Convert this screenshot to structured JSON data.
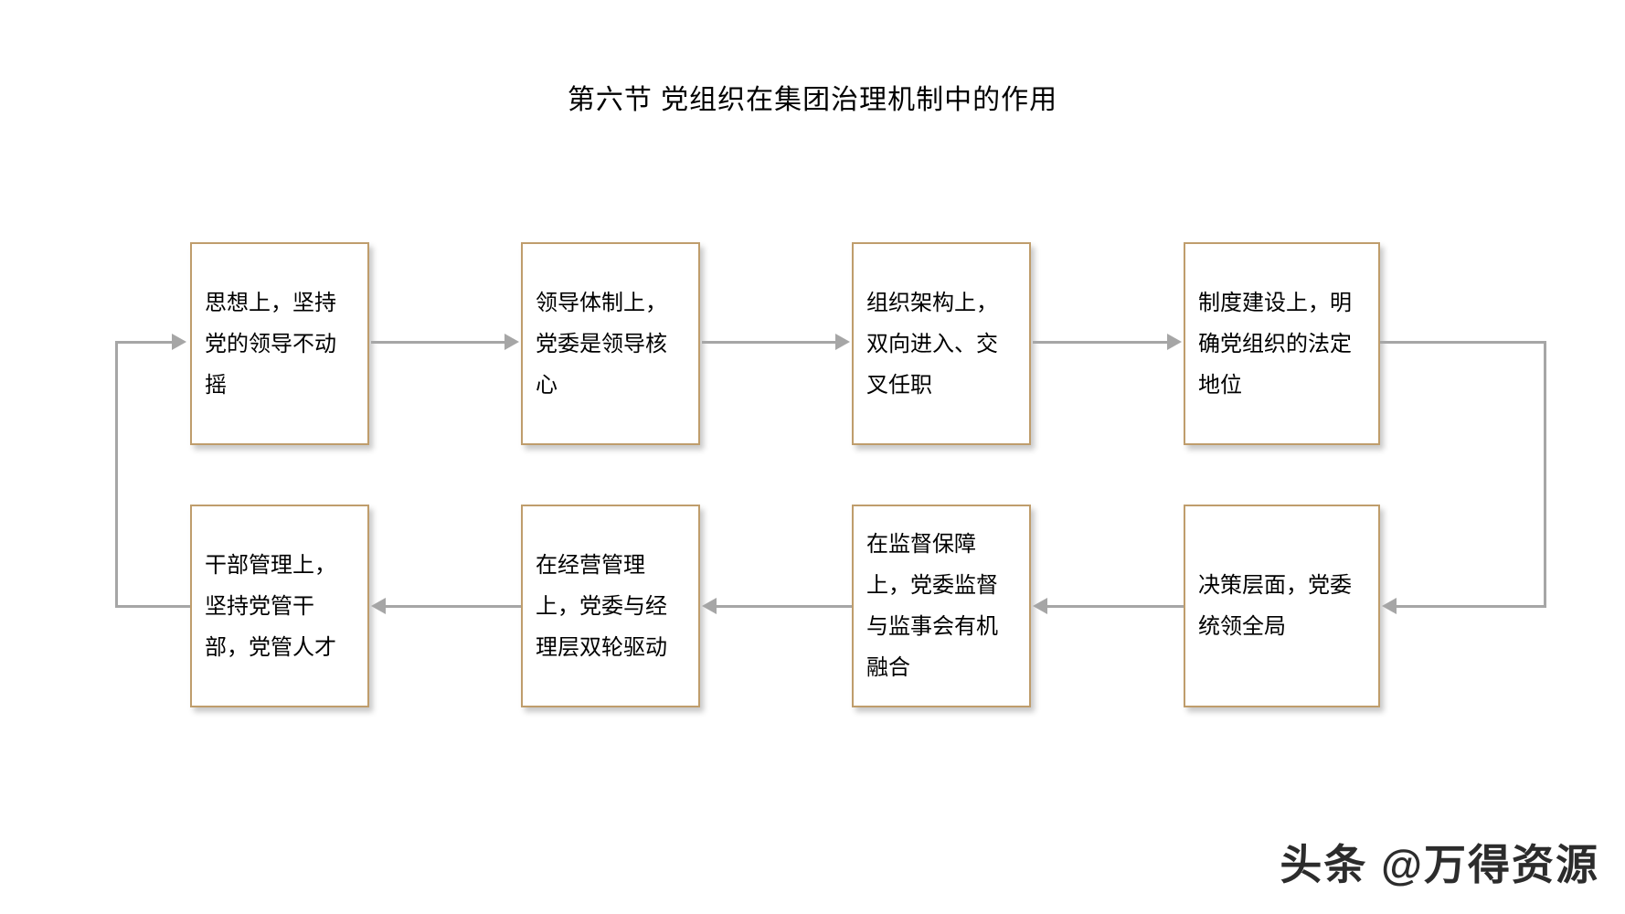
{
  "page": {
    "title": "第六节 党组织在集团治理机制中的作用",
    "background_color": "#ffffff"
  },
  "watermark": {
    "text": "头条 @万得资源"
  },
  "diagram": {
    "type": "flowchart",
    "node_border_color": "#bf9d6c",
    "connector_color": "#a6a6a6",
    "flow_description": "循环流程：上排自左向右，经右侧回流线转入下排自右向左，再经左侧回流线回到第一个节点",
    "nodes": [
      {
        "id": "n1",
        "row": "top",
        "order": 1,
        "text": "思想上，坚持党的领导不动摇"
      },
      {
        "id": "n2",
        "row": "top",
        "order": 2,
        "text": "领导体制上，党委是领导核心"
      },
      {
        "id": "n3",
        "row": "top",
        "order": 3,
        "text": "组织架构上，双向进入、交叉任职"
      },
      {
        "id": "n4",
        "row": "top",
        "order": 4,
        "text": "制度建设上，明确党组织的法定地位"
      },
      {
        "id": "n5",
        "row": "bottom",
        "order": 5,
        "text": "决策层面，党委统领全局"
      },
      {
        "id": "n6",
        "row": "bottom",
        "order": 6,
        "text": "在监督保障上，党委监督与监事会有机融合"
      },
      {
        "id": "n7",
        "row": "bottom",
        "order": 7,
        "text": "在经营管理上，党委与经理层双轮驱动"
      },
      {
        "id": "n8",
        "row": "bottom",
        "order": 8,
        "text": "干部管理上，坚持党管干部，党管人才"
      }
    ],
    "connectors": [
      {
        "from": "n1",
        "to": "n2",
        "direction": "right"
      },
      {
        "from": "n2",
        "to": "n3",
        "direction": "right"
      },
      {
        "from": "n3",
        "to": "n4",
        "direction": "right"
      },
      {
        "from": "n4",
        "to": "n5",
        "direction": "loop-right-down"
      },
      {
        "from": "n5",
        "to": "n6",
        "direction": "left"
      },
      {
        "from": "n6",
        "to": "n7",
        "direction": "left"
      },
      {
        "from": "n7",
        "to": "n8",
        "direction": "left"
      },
      {
        "from": "n8",
        "to": "n1",
        "direction": "loop-left-up"
      }
    ]
  }
}
